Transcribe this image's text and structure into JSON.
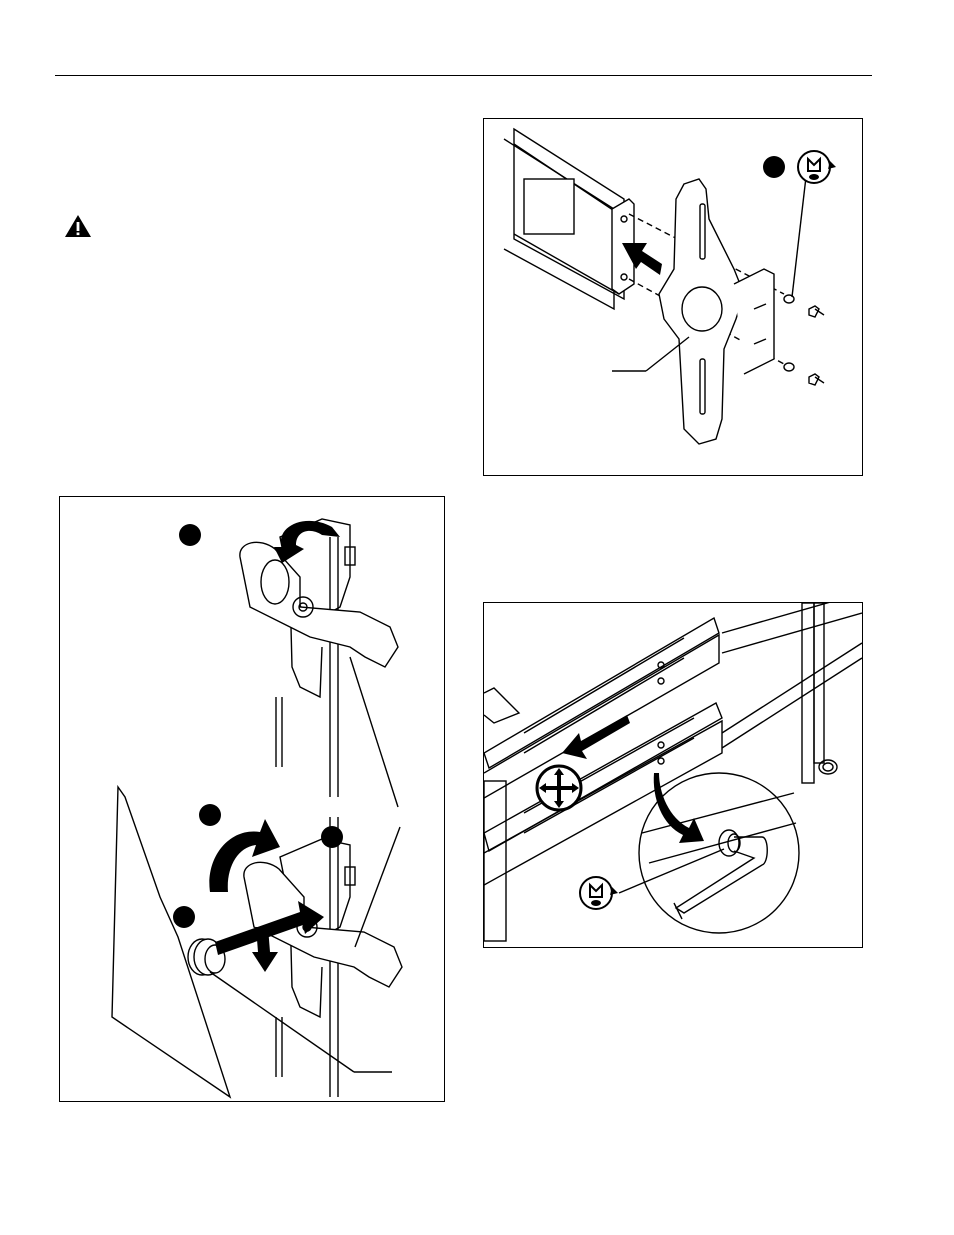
{
  "page": {
    "warning_icon": "warning-triangle-icon",
    "colors": {
      "ink": "#000000",
      "paper": "#ffffff"
    }
  },
  "figures": [
    {
      "id": "side-bracket-assembly",
      "icons": [
        "rotate-arrow-icon",
        "push-arrow-icon",
        "down-arrow-icon",
        "step-bullet-icon"
      ]
    },
    {
      "id": "adapter-plate-attach",
      "icons": [
        "push-arrow-icon",
        "screwdriver-rotate-icon",
        "step-bullet-icon"
      ]
    },
    {
      "id": "rail-adjust",
      "icons": [
        "move-icon",
        "push-arrow-icon",
        "hex-key-icon",
        "screwdriver-rotate-icon"
      ]
    }
  ]
}
